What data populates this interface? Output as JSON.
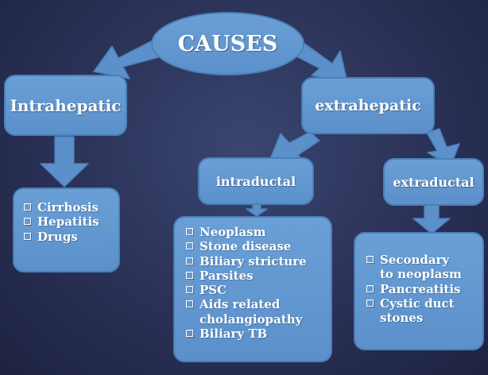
{
  "colors": {
    "background": "#2a3156",
    "node": "#6a9fd6",
    "text": "#ffffff"
  },
  "root": {
    "label": "CAUSES"
  },
  "intrahepatic": {
    "label": "Intrahepatic",
    "items": [
      "Cirrhosis",
      "Hepatitis",
      "Drugs"
    ]
  },
  "extrahepatic": {
    "label": "extrahepatic"
  },
  "intraductal": {
    "label": "intraductal",
    "items": [
      "Neoplasm",
      "Stone disease",
      "Biliary stricture",
      "Parsites",
      "PSC",
      "Aids related",
      "cholangiopathy",
      "Biliary TB"
    ]
  },
  "extraductal": {
    "label": "extraductal",
    "items": [
      "Secondary",
      "to neoplasm",
      "Pancreatitis",
      "Cystic duct",
      "stones"
    ]
  }
}
